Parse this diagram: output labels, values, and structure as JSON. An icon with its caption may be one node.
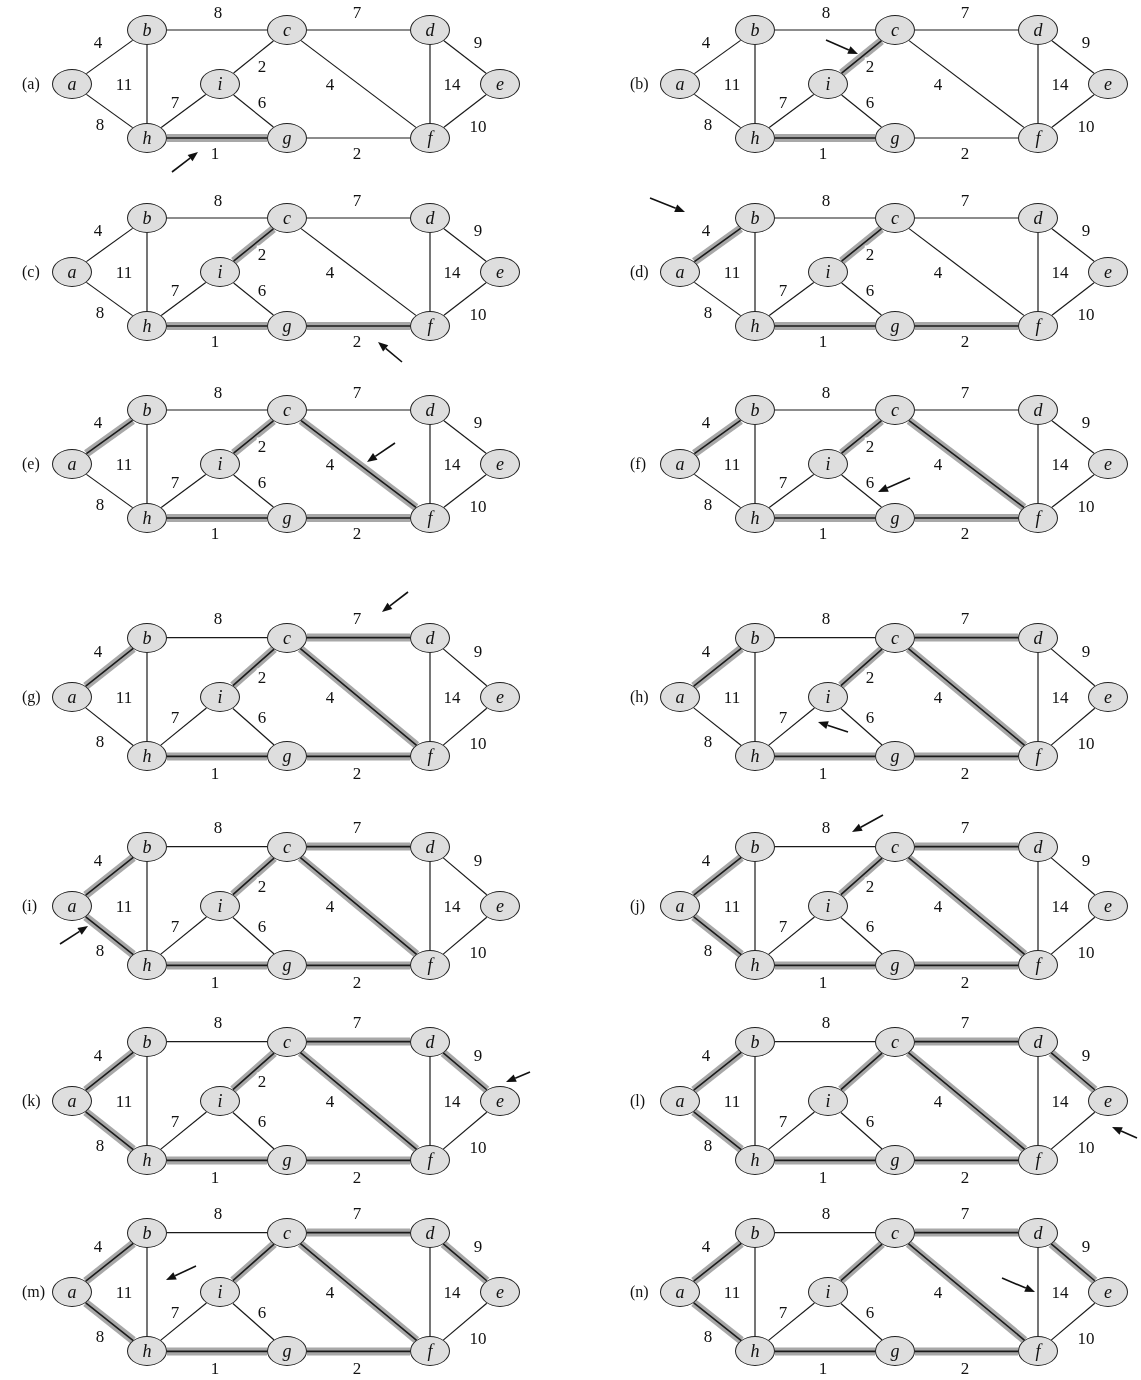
{
  "diagram": {
    "nodes": [
      {
        "text": [
          "b"
        ]
      },
      {
        "text": [
          "c"
        ]
      },
      {
        "text": [
          "d"
        ]
      },
      {
        "text": [
          "a"
        ]
      },
      {
        "text": [
          "i"
        ]
      },
      {
        "text": [
          "e"
        ]
      },
      {
        "text": [
          "h"
        ]
      },
      {
        "text": [
          "g"
        ]
      },
      {
        "text": [
          "f"
        ]
      },
      {
        "text": [
          "b"
        ]
      },
      {
        "text": [
          "c"
        ]
      },
      {
        "text": [
          "d"
        ]
      },
      {
        "text": [
          "a"
        ]
      },
      {
        "text": [
          "i"
        ]
      },
      {
        "text": [
          "e"
        ]
      },
      {
        "text": [
          "h"
        ]
      },
      {
        "text": [
          "g"
        ]
      },
      {
        "text": [
          "f"
        ]
      },
      {
        "text": [
          "b"
        ]
      },
      {
        "text": [
          "c"
        ]
      },
      {
        "text": [
          "d"
        ]
      },
      {
        "text": [
          "a"
        ]
      },
      {
        "text": [
          "i"
        ]
      },
      {
        "text": [
          "e"
        ]
      },
      {
        "text": [
          "h"
        ]
      },
      {
        "text": [
          "g"
        ]
      },
      {
        "text": [
          "f"
        ]
      },
      {
        "text": [
          "b"
        ]
      },
      {
        "text": [
          "c"
        ]
      },
      {
        "text": [
          "d"
        ]
      },
      {
        "text": [
          "a"
        ]
      },
      {
        "text": [
          "i"
        ]
      },
      {
        "text": [
          "e"
        ]
      },
      {
        "text": [
          "h"
        ]
      },
      {
        "text": [
          "g"
        ]
      },
      {
        "text": [
          "f"
        ]
      },
      {
        "text": [
          "b"
        ]
      },
      {
        "text": [
          "c"
        ]
      },
      {
        "text": [
          "d"
        ]
      },
      {
        "text": [
          "a"
        ]
      },
      {
        "text": [
          "i"
        ]
      },
      {
        "text": [
          "e"
        ]
      },
      {
        "text": [
          "h"
        ]
      },
      {
        "text": [
          "g"
        ]
      },
      {
        "text": [
          "f"
        ]
      },
      {
        "text": [
          "b"
        ]
      },
      {
        "text": [
          "c"
        ]
      },
      {
        "text": [
          "d"
        ]
      },
      {
        "text": [
          "a"
        ]
      },
      {
        "text": [
          "i"
        ]
      },
      {
        "text": [
          "e"
        ]
      },
      {
        "text": [
          "h"
        ]
      },
      {
        "text": [
          "g"
        ]
      },
      {
        "text": [
          "f"
        ]
      },
      {
        "text": [
          "b"
        ]
      },
      {
        "text": [
          "c"
        ]
      },
      {
        "text": [
          "d"
        ]
      },
      {
        "text": [
          "a"
        ]
      },
      {
        "text": [
          "i"
        ]
      },
      {
        "text": [
          "e"
        ]
      },
      {
        "text": [
          "h"
        ]
      },
      {
        "text": [
          "g"
        ]
      },
      {
        "text": [
          "f"
        ]
      },
      {
        "text": [
          "b"
        ]
      },
      {
        "text": [
          "c"
        ]
      },
      {
        "text": [
          "d"
        ]
      },
      {
        "text": [
          "a"
        ]
      },
      {
        "text": [
          "i"
        ]
      },
      {
        "text": [
          "e"
        ]
      },
      {
        "text": [
          "h"
        ]
      },
      {
        "text": [
          "g"
        ]
      },
      {
        "text": [
          "f"
        ]
      },
      {
        "text": [
          "b"
        ]
      },
      {
        "text": [
          "c"
        ]
      },
      {
        "text": [
          "d"
        ]
      },
      {
        "text": [
          "a"
        ]
      },
      {
        "text": [
          "i"
        ]
      },
      {
        "text": [
          "e"
        ]
      },
      {
        "text": [
          "h"
        ]
      },
      {
        "text": [
          "g"
        ]
      },
      {
        "text": [
          "f"
        ]
      },
      {
        "text": [
          "b"
        ]
      },
      {
        "text": [
          "c"
        ]
      },
      {
        "text": [
          "d"
        ]
      },
      {
        "text": [
          "a"
        ]
      },
      {
        "text": [
          "i"
        ]
      },
      {
        "text": [
          "e"
        ]
      },
      {
        "text": [
          "h"
        ]
      },
      {
        "text": [
          "g"
        ]
      },
      {
        "text": [
          "f"
        ]
      },
      {
        "text": [
          "b"
        ]
      },
      {
        "text": [
          "c"
        ]
      },
      {
        "text": [
          "d"
        ]
      },
      {
        "text": [
          "a"
        ]
      },
      {
        "text": [
          "i"
        ]
      },
      {
        "text": [
          "e"
        ]
      },
      {
        "text": [
          "h"
        ]
      },
      {
        "text": [
          "g"
        ]
      },
      {
        "text": [
          "f"
        ]
      },
      {
        "text": [
          "b"
        ]
      },
      {
        "text": [
          "c"
        ]
      },
      {
        "text": [
          "d"
        ]
      },
      {
        "text": [
          "a"
        ]
      },
      {
        "text": [
          "i"
        ]
      },
      {
        "text": [
          "e"
        ]
      },
      {
        "text": [
          "h"
        ]
      },
      {
        "text": [
          "g"
        ]
      },
      {
        "text": [
          "f"
        ]
      },
      {
        "text": [
          "b"
        ]
      },
      {
        "text": [
          "c"
        ]
      },
      {
        "text": [
          "d"
        ]
      },
      {
        "text": [
          "a"
        ]
      },
      {
        "text": [
          "i"
        ]
      },
      {
        "text": [
          "e"
        ]
      },
      {
        "text": [
          "h"
        ]
      },
      {
        "text": [
          "g"
        ]
      },
      {
        "text": [
          "f"
        ]
      },
      {
        "text": [
          "b"
        ]
      },
      {
        "text": [
          "c"
        ]
      },
      {
        "text": [
          "d"
        ]
      },
      {
        "text": [
          "a"
        ]
      },
      {
        "text": [
          "i"
        ]
      },
      {
        "text": [
          "e"
        ]
      },
      {
        "text": [
          "h"
        ]
      },
      {
        "text": [
          "g"
        ]
      },
      {
        "text": [
          "f"
        ]
      }
    ],
    "edges": [
      {
        "from": 3,
        "to": 0,
        "arrow": "none",
        "label": "4"
      },
      {
        "from": 0,
        "to": 1,
        "arrow": "none",
        "label": "8"
      },
      {
        "from": 1,
        "to": 2,
        "arrow": "none",
        "label": "7"
      },
      {
        "from": 2,
        "to": 5,
        "arrow": "none",
        "label": "9"
      },
      {
        "from": 5,
        "to": 8,
        "arrow": "none",
        "label": "10"
      },
      {
        "from": 2,
        "to": 8,
        "arrow": "none",
        "label": "14"
      },
      {
        "from": 1,
        "to": 8,
        "arrow": "none",
        "label": "4"
      },
      {
        "from": 1,
        "to": 4,
        "arrow": "none",
        "label": "2"
      },
      {
        "from": 4,
        "to": 6,
        "arrow": "none",
        "label": "7"
      },
      {
        "from": 4,
        "to": 7,
        "arrow": "none",
        "label": "6"
      },
      {
        "from": 6,
        "to": 7,
        "arrow": "none",
        "label": "1",
        "style": "thick",
        "color": "#a8a8a8"
      },
      {
        "from": 7,
        "to": 8,
        "arrow": "none",
        "label": "2"
      },
      {
        "from": 0,
        "to": 6,
        "arrow": "none",
        "label": "11"
      },
      {
        "from": 3,
        "to": 6,
        "arrow": "none",
        "label": "8"
      },
      {
        "from": 12,
        "to": 9,
        "arrow": "none",
        "label": "4"
      },
      {
        "from": 9,
        "to": 10,
        "arrow": "none",
        "label": "8"
      },
      {
        "from": 10,
        "to": 11,
        "arrow": "none",
        "label": "7"
      },
      {
        "from": 11,
        "to": 14,
        "arrow": "none",
        "label": "9"
      },
      {
        "from": 14,
        "to": 17,
        "arrow": "none",
        "label": "10"
      },
      {
        "from": 11,
        "to": 17,
        "arrow": "none",
        "label": "14"
      },
      {
        "from": 10,
        "to": 17,
        "arrow": "none",
        "label": "4"
      },
      {
        "from": 10,
        "to": 13,
        "arrow": "none",
        "label": "2",
        "style": "thick",
        "color": "#a8a8a8"
      },
      {
        "from": 13,
        "to": 15,
        "arrow": "none",
        "label": "7"
      },
      {
        "from": 13,
        "to": 16,
        "arrow": "none",
        "label": "6"
      },
      {
        "from": 15,
        "to": 16,
        "arrow": "none",
        "label": "1",
        "style": "thick",
        "color": "#a8a8a8"
      },
      {
        "from": 16,
        "to": 17,
        "arrow": "none",
        "label": "2"
      },
      {
        "from": 9,
        "to": 15,
        "arrow": "none",
        "label": "11"
      },
      {
        "from": 12,
        "to": 15,
        "arrow": "none",
        "label": "8"
      },
      {
        "from": 21,
        "to": 18,
        "arrow": "none",
        "label": "4"
      },
      {
        "from": 18,
        "to": 19,
        "arrow": "none",
        "label": "8"
      },
      {
        "from": 19,
        "to": 20,
        "arrow": "none",
        "label": "7"
      },
      {
        "from": 20,
        "to": 23,
        "arrow": "none",
        "label": "9"
      },
      {
        "from": 23,
        "to": 26,
        "arrow": "none",
        "label": "10"
      },
      {
        "from": 20,
        "to": 26,
        "arrow": "none",
        "label": "14"
      },
      {
        "from": 19,
        "to": 26,
        "arrow": "none",
        "label": "4"
      },
      {
        "from": 19,
        "to": 22,
        "arrow": "none",
        "label": "2",
        "style": "thick",
        "color": "#a8a8a8"
      },
      {
        "from": 22,
        "to": 24,
        "arrow": "none",
        "label": "7"
      },
      {
        "from": 22,
        "to": 25,
        "arrow": "none",
        "label": "6"
      },
      {
        "from": 24,
        "to": 25,
        "arrow": "none",
        "label": "1",
        "style": "thick",
        "color": "#a8a8a8"
      },
      {
        "from": 25,
        "to": 26,
        "arrow": "none",
        "label": "2",
        "style": "thick",
        "color": "#a8a8a8"
      },
      {
        "from": 18,
        "to": 24,
        "arrow": "none",
        "label": "11"
      },
      {
        "from": 21,
        "to": 24,
        "arrow": "none",
        "label": "8"
      },
      {
        "from": 30,
        "to": 27,
        "arrow": "none",
        "label": "4",
        "style": "thick",
        "color": "#a8a8a8"
      },
      {
        "from": 27,
        "to": 28,
        "arrow": "none",
        "label": "8"
      },
      {
        "from": 28,
        "to": 29,
        "arrow": "none",
        "label": "7"
      },
      {
        "from": 29,
        "to": 32,
        "arrow": "none",
        "label": "9"
      },
      {
        "from": 32,
        "to": 35,
        "arrow": "none",
        "label": "10"
      },
      {
        "from": 29,
        "to": 35,
        "arrow": "none",
        "label": "14"
      },
      {
        "from": 28,
        "to": 35,
        "arrow": "none",
        "label": "4"
      },
      {
        "from": 28,
        "to": 31,
        "arrow": "none",
        "label": "2",
        "style": "thick",
        "color": "#a8a8a8"
      },
      {
        "from": 31,
        "to": 33,
        "arrow": "none",
        "label": "7"
      },
      {
        "from": 31,
        "to": 34,
        "arrow": "none",
        "label": "6"
      },
      {
        "from": 33,
        "to": 34,
        "arrow": "none",
        "label": "1",
        "style": "thick",
        "color": "#a8a8a8"
      },
      {
        "from": 34,
        "to": 35,
        "arrow": "none",
        "label": "2",
        "style": "thick",
        "color": "#a8a8a8"
      },
      {
        "from": 27,
        "to": 33,
        "arrow": "none",
        "label": "11"
      },
      {
        "from": 30,
        "to": 33,
        "arrow": "none",
        "label": "8"
      },
      {
        "from": 39,
        "to": 36,
        "arrow": "none",
        "label": "4",
        "style": "thick",
        "color": "#a8a8a8"
      },
      {
        "from": 36,
        "to": 37,
        "arrow": "none",
        "label": "8"
      },
      {
        "from": 37,
        "to": 38,
        "arrow": "none",
        "label": "7"
      },
      {
        "from": 38,
        "to": 41,
        "arrow": "none",
        "label": "9"
      },
      {
        "from": 41,
        "to": 44,
        "arrow": "none",
        "label": "10"
      },
      {
        "from": 38,
        "to": 44,
        "arrow": "none",
        "label": "14"
      },
      {
        "from": 37,
        "to": 44,
        "arrow": "none",
        "label": "4",
        "style": "thick",
        "color": "#a8a8a8"
      },
      {
        "from": 37,
        "to": 40,
        "arrow": "none",
        "label": "2",
        "style": "thick",
        "color": "#a8a8a8"
      },
      {
        "from": 40,
        "to": 42,
        "arrow": "none",
        "label": "7"
      },
      {
        "from": 40,
        "to": 43,
        "arrow": "none",
        "label": "6"
      },
      {
        "from": 42,
        "to": 43,
        "arrow": "none",
        "label": "1",
        "style": "thick",
        "color": "#a8a8a8"
      },
      {
        "from": 43,
        "to": 44,
        "arrow": "none",
        "label": "2",
        "style": "thick",
        "color": "#a8a8a8"
      },
      {
        "from": 36,
        "to": 42,
        "arrow": "none",
        "label": "11"
      },
      {
        "from": 39,
        "to": 42,
        "arrow": "none",
        "label": "8"
      },
      {
        "from": 48,
        "to": 45,
        "arrow": "none",
        "label": "4",
        "style": "thick",
        "color": "#a8a8a8"
      },
      {
        "from": 45,
        "to": 46,
        "arrow": "none",
        "label": "8"
      },
      {
        "from": 46,
        "to": 47,
        "arrow": "none",
        "label": "7"
      },
      {
        "from": 47,
        "to": 50,
        "arrow": "none",
        "label": "9"
      },
      {
        "from": 50,
        "to": 53,
        "arrow": "none",
        "label": "10"
      },
      {
        "from": 47,
        "to": 53,
        "arrow": "none",
        "label": "14"
      },
      {
        "from": 46,
        "to": 53,
        "arrow": "none",
        "label": "4",
        "style": "thick",
        "color": "#a8a8a8"
      },
      {
        "from": 46,
        "to": 49,
        "arrow": "none",
        "label": "2",
        "style": "thick",
        "color": "#a8a8a8"
      },
      {
        "from": 49,
        "to": 51,
        "arrow": "none",
        "label": "7"
      },
      {
        "from": 49,
        "to": 52,
        "arrow": "none",
        "label": "6"
      },
      {
        "from": 51,
        "to": 52,
        "arrow": "none",
        "label": "1",
        "style": "thick",
        "color": "#a8a8a8"
      },
      {
        "from": 52,
        "to": 53,
        "arrow": "none",
        "label": "2",
        "style": "thick",
        "color": "#a8a8a8"
      },
      {
        "from": 45,
        "to": 51,
        "arrow": "none",
        "label": "11"
      },
      {
        "from": 48,
        "to": 51,
        "arrow": "none",
        "label": "8"
      },
      {
        "from": 57,
        "to": 54,
        "arrow": "none",
        "label": "4",
        "style": "thick",
        "color": "#a8a8a8"
      },
      {
        "from": 54,
        "to": 55,
        "arrow": "none",
        "label": "8"
      },
      {
        "from": 55,
        "to": 56,
        "arrow": "none",
        "label": "7",
        "style": "thick",
        "color": "#a8a8a8"
      },
      {
        "from": 56,
        "to": 59,
        "arrow": "none",
        "label": "9"
      },
      {
        "from": 59,
        "to": 62,
        "arrow": "none",
        "label": "10"
      },
      {
        "from": 56,
        "to": 62,
        "arrow": "none",
        "label": "14"
      },
      {
        "from": 55,
        "to": 62,
        "arrow": "none",
        "label": "4",
        "style": "thick",
        "color": "#a8a8a8"
      },
      {
        "from": 55,
        "to": 58,
        "arrow": "none",
        "label": "2",
        "style": "thick",
        "color": "#a8a8a8"
      },
      {
        "from": 58,
        "to": 60,
        "arrow": "none",
        "label": "7"
      },
      {
        "from": 58,
        "to": 61,
        "arrow": "none",
        "label": "6"
      },
      {
        "from": 60,
        "to": 61,
        "arrow": "none",
        "label": "1",
        "style": "thick",
        "color": "#a8a8a8"
      },
      {
        "from": 61,
        "to": 62,
        "arrow": "none",
        "label": "2",
        "style": "thick",
        "color": "#a8a8a8"
      },
      {
        "from": 54,
        "to": 60,
        "arrow": "none",
        "label": "11"
      },
      {
        "from": 57,
        "to": 60,
        "arrow": "none",
        "label": "8"
      },
      {
        "from": 66,
        "to": 63,
        "arrow": "none",
        "label": "4",
        "style": "thick",
        "color": "#a8a8a8"
      },
      {
        "from": 63,
        "to": 64,
        "arrow": "none",
        "label": "8"
      },
      {
        "from": 64,
        "to": 65,
        "arrow": "none",
        "label": "7",
        "style": "thick",
        "color": "#a8a8a8"
      },
      {
        "from": 65,
        "to": 68,
        "arrow": "none",
        "label": "9"
      },
      {
        "from": 68,
        "to": 71,
        "arrow": "none",
        "label": "10"
      },
      {
        "from": 65,
        "to": 71,
        "arrow": "none",
        "label": "14"
      },
      {
        "from": 64,
        "to": 71,
        "arrow": "none",
        "label": "4",
        "style": "thick",
        "color": "#a8a8a8"
      },
      {
        "from": 64,
        "to": 67,
        "arrow": "none",
        "label": "2",
        "style": "thick",
        "color": "#a8a8a8"
      },
      {
        "from": 67,
        "to": 69,
        "arrow": "none",
        "label": "7"
      },
      {
        "from": 67,
        "to": 70,
        "arrow": "none",
        "label": "6"
      },
      {
        "from": 69,
        "to": 70,
        "arrow": "none",
        "label": "1",
        "style": "thick",
        "color": "#a8a8a8"
      },
      {
        "from": 70,
        "to": 71,
        "arrow": "none",
        "label": "2",
        "style": "thick",
        "color": "#a8a8a8"
      },
      {
        "from": 63,
        "to": 69,
        "arrow": "none",
        "label": "11"
      },
      {
        "from": 66,
        "to": 69,
        "arrow": "none",
        "label": "8"
      },
      {
        "from": 75,
        "to": 72,
        "arrow": "none",
        "label": "4",
        "style": "thick",
        "color": "#a8a8a8"
      },
      {
        "from": 72,
        "to": 73,
        "arrow": "none",
        "label": "8"
      },
      {
        "from": 73,
        "to": 74,
        "arrow": "none",
        "label": "7",
        "style": "thick",
        "color": "#a8a8a8"
      },
      {
        "from": 74,
        "to": 77,
        "arrow": "none",
        "label": "9"
      },
      {
        "from": 77,
        "to": 80,
        "arrow": "none",
        "label": "10"
      },
      {
        "from": 74,
        "to": 80,
        "arrow": "none",
        "label": "14"
      },
      {
        "from": 73,
        "to": 80,
        "arrow": "none",
        "label": "4",
        "style": "thick",
        "color": "#a8a8a8"
      },
      {
        "from": 73,
        "to": 76,
        "arrow": "none",
        "label": "2",
        "style": "thick",
        "color": "#a8a8a8"
      },
      {
        "from": 76,
        "to": 78,
        "arrow": "none",
        "label": "7"
      },
      {
        "from": 76,
        "to": 79,
        "arrow": "none",
        "label": "6"
      },
      {
        "from": 78,
        "to": 79,
        "arrow": "none",
        "label": "1",
        "style": "thick",
        "color": "#a8a8a8"
      },
      {
        "from": 79,
        "to": 80,
        "arrow": "none",
        "label": "2",
        "style": "thick",
        "color": "#a8a8a8"
      },
      {
        "from": 72,
        "to": 78,
        "arrow": "none",
        "label": "11"
      },
      {
        "from": 75,
        "to": 78,
        "arrow": "none",
        "label": "8",
        "style": "thick",
        "color": "#a8a8a8"
      },
      {
        "from": 84,
        "to": 81,
        "arrow": "none",
        "label": "4",
        "style": "thick",
        "color": "#a8a8a8"
      },
      {
        "from": 81,
        "to": 82,
        "arrow": "none",
        "label": "8"
      },
      {
        "from": 82,
        "to": 83,
        "arrow": "none",
        "label": "7",
        "style": "thick",
        "color": "#a8a8a8"
      },
      {
        "from": 83,
        "to": 86,
        "arrow": "none",
        "label": "9"
      },
      {
        "from": 86,
        "to": 89,
        "arrow": "none",
        "label": "10"
      },
      {
        "from": 83,
        "to": 89,
        "arrow": "none",
        "label": "14"
      },
      {
        "from": 82,
        "to": 89,
        "arrow": "none",
        "label": "4",
        "style": "thick",
        "color": "#a8a8a8"
      },
      {
        "from": 82,
        "to": 85,
        "arrow": "none",
        "label": "2",
        "style": "thick",
        "color": "#a8a8a8"
      },
      {
        "from": 85,
        "to": 87,
        "arrow": "none",
        "label": "7"
      },
      {
        "from": 85,
        "to": 88,
        "arrow": "none",
        "label": "6"
      },
      {
        "from": 87,
        "to": 88,
        "arrow": "none",
        "label": "1",
        "style": "thick",
        "color": "#a8a8a8"
      },
      {
        "from": 88,
        "to": 89,
        "arrow": "none",
        "label": "2",
        "style": "thick",
        "color": "#a8a8a8"
      },
      {
        "from": 81,
        "to": 87,
        "arrow": "none",
        "label": "11"
      },
      {
        "from": 84,
        "to": 87,
        "arrow": "none",
        "label": "8",
        "style": "thick",
        "color": "#a8a8a8"
      },
      {
        "from": 93,
        "to": 90,
        "arrow": "none",
        "label": "4",
        "style": "thick",
        "color": "#a8a8a8"
      },
      {
        "from": 90,
        "to": 91,
        "arrow": "none",
        "label": "8"
      },
      {
        "from": 91,
        "to": 92,
        "arrow": "none",
        "label": "7",
        "style": "thick",
        "color": "#a8a8a8"
      },
      {
        "from": 92,
        "to": 95,
        "arrow": "none",
        "label": "9",
        "style": "thick",
        "color": "#a8a8a8"
      },
      {
        "from": 95,
        "to": 98,
        "arrow": "none",
        "label": "10"
      },
      {
        "from": 92,
        "to": 98,
        "arrow": "none",
        "label": "14"
      },
      {
        "from": 91,
        "to": 98,
        "arrow": "none",
        "label": "4",
        "style": "thick",
        "color": "#a8a8a8"
      },
      {
        "from": 91,
        "to": 94,
        "arrow": "none",
        "label": "2",
        "style": "thick",
        "color": "#a8a8a8"
      },
      {
        "from": 94,
        "to": 96,
        "arrow": "none",
        "label": "7"
      },
      {
        "from": 94,
        "to": 97,
        "arrow": "none",
        "label": "6"
      },
      {
        "from": 96,
        "to": 97,
        "arrow": "none",
        "label": "1",
        "style": "thick",
        "color": "#a8a8a8"
      },
      {
        "from": 97,
        "to": 98,
        "arrow": "none",
        "label": "2",
        "style": "thick",
        "color": "#a8a8a8"
      },
      {
        "from": 90,
        "to": 96,
        "arrow": "none",
        "label": "11"
      },
      {
        "from": 93,
        "to": 96,
        "arrow": "none",
        "label": "8",
        "style": "thick",
        "color": "#a8a8a8"
      },
      {
        "from": 102,
        "to": 99,
        "arrow": "none",
        "label": "4",
        "style": "thick",
        "color": "#a8a8a8"
      },
      {
        "from": 99,
        "to": 100,
        "arrow": "none",
        "label": "8"
      },
      {
        "from": 100,
        "to": 101,
        "arrow": "none",
        "label": "7",
        "style": "thick",
        "color": "#a8a8a8"
      },
      {
        "from": 101,
        "to": 104,
        "arrow": "none",
        "label": "9",
        "style": "thick",
        "color": "#a8a8a8"
      },
      {
        "from": 104,
        "to": 107,
        "arrow": "none",
        "label": "10"
      },
      {
        "from": 101,
        "to": 107,
        "arrow": "none",
        "label": "14"
      },
      {
        "from": 100,
        "to": 107,
        "arrow": "none",
        "label": "4",
        "style": "thick",
        "color": "#a8a8a8"
      },
      {
        "from": 100,
        "to": 103,
        "arrow": "none",
        "style": "thick",
        "color": "#a8a8a8"
      },
      {
        "from": 103,
        "to": 105,
        "arrow": "none",
        "label": "7"
      },
      {
        "from": 103,
        "to": 106,
        "arrow": "none",
        "label": "6"
      },
      {
        "from": 105,
        "to": 106,
        "arrow": "none",
        "label": "1",
        "style": "thick",
        "color": "#a8a8a8"
      },
      {
        "from": 106,
        "to": 107,
        "arrow": "none",
        "label": "2",
        "style": "thick",
        "color": "#a8a8a8"
      },
      {
        "from": 99,
        "to": 105,
        "arrow": "none",
        "label": "11"
      },
      {
        "from": 102,
        "to": 105,
        "arrow": "none",
        "label": "8",
        "style": "thick",
        "color": "#a8a8a8"
      },
      {
        "from": 111,
        "to": 108,
        "arrow": "none",
        "label": "4",
        "style": "thick",
        "color": "#a8a8a8"
      },
      {
        "from": 108,
        "to": 109,
        "arrow": "none",
        "label": "8"
      },
      {
        "from": 109,
        "to": 110,
        "arrow": "none",
        "label": "7",
        "style": "thick",
        "color": "#a8a8a8"
      },
      {
        "from": 110,
        "to": 113,
        "arrow": "none",
        "label": "9",
        "style": "thick",
        "color": "#a8a8a8"
      },
      {
        "from": 113,
        "to": 116,
        "arrow": "none",
        "label": "10"
      },
      {
        "from": 110,
        "to": 116,
        "arrow": "none",
        "label": "14"
      },
      {
        "from": 109,
        "to": 116,
        "arrow": "none",
        "label": "4",
        "style": "thick",
        "color": "#a8a8a8"
      },
      {
        "from": 109,
        "to": 112,
        "arrow": "none",
        "style": "thick",
        "color": "#a8a8a8"
      },
      {
        "from": 112,
        "to": 114,
        "arrow": "none",
        "label": "7"
      },
      {
        "from": 112,
        "to": 115,
        "arrow": "none",
        "label": "6"
      },
      {
        "from": 114,
        "to": 115,
        "arrow": "none",
        "label": "1",
        "style": "thick",
        "color": "#a8a8a8"
      },
      {
        "from": 115,
        "to": 116,
        "arrow": "none",
        "label": "2",
        "style": "thick",
        "color": "#a8a8a8"
      },
      {
        "from": 108,
        "to": 114,
        "arrow": "none",
        "label": "11"
      },
      {
        "from": 111,
        "to": 114,
        "arrow": "none",
        "label": "8",
        "style": "thick",
        "color": "#a8a8a8"
      },
      {
        "from": 120,
        "to": 117,
        "arrow": "none",
        "label": "4",
        "style": "thick",
        "color": "#a8a8a8"
      },
      {
        "from": 117,
        "to": 118,
        "arrow": "none",
        "label": "8"
      },
      {
        "from": 118,
        "to": 119,
        "arrow": "none",
        "label": "7",
        "style": "thick",
        "color": "#a8a8a8"
      },
      {
        "from": 119,
        "to": 122,
        "arrow": "none",
        "label": "9",
        "style": "thick",
        "color": "#a8a8a8"
      },
      {
        "from": 122,
        "to": 125,
        "arrow": "none",
        "label": "10"
      },
      {
        "from": 119,
        "to": 125,
        "arrow": "none",
        "label": "14"
      },
      {
        "from": 118,
        "to": 125,
        "arrow": "none",
        "label": "4",
        "style": "thick",
        "color": "#a8a8a8"
      },
      {
        "from": 118,
        "to": 121,
        "arrow": "none",
        "style": "thick",
        "color": "#a8a8a8"
      },
      {
        "from": 121,
        "to": 123,
        "arrow": "none",
        "label": "7"
      },
      {
        "from": 121,
        "to": 124,
        "arrow": "none",
        "label": "6"
      },
      {
        "from": 123,
        "to": 124,
        "arrow": "none",
        "label": "1",
        "style": "thick",
        "color": "#a8a8a8"
      },
      {
        "from": 124,
        "to": 125,
        "arrow": "none",
        "label": "2",
        "style": "thick",
        "color": "#a8a8a8"
      },
      {
        "from": 117,
        "to": 123,
        "arrow": "none",
        "label": "11"
      },
      {
        "from": 120,
        "to": 123,
        "arrow": "none",
        "label": "8",
        "style": "thick",
        "color": "#a8a8a8"
      }
    ],
    "labels": [
      "(a)",
      "(b)",
      "(c)",
      "(d)",
      "(e)",
      "(f)",
      "(g)",
      "(h)",
      "(i)",
      "(j)",
      "(k)",
      "(l)",
      "(m)",
      "(n)"
    ]
  }
}
